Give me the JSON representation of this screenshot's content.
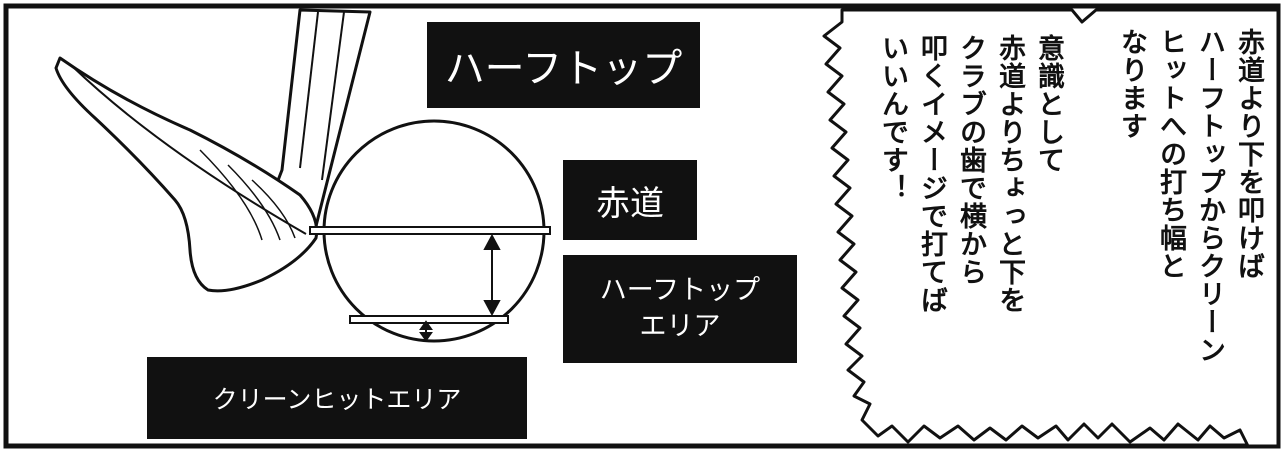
{
  "labels": {
    "half_top": "ハーフトップ",
    "equator": "赤道",
    "half_top_area": "ハーフトップ\nエリア",
    "clean_hit_area": "クリーンヒットエリア"
  },
  "speech": {
    "bubble_right": "赤道より下を叩けば\nハーフトップからクリーン\nヒットへの打ち幅と\nなります",
    "bubble_left": "意識として\n赤道よりちょっと下を\nクラブの歯で横から\n叩くイメージで打てば\nいいんです！"
  }
}
